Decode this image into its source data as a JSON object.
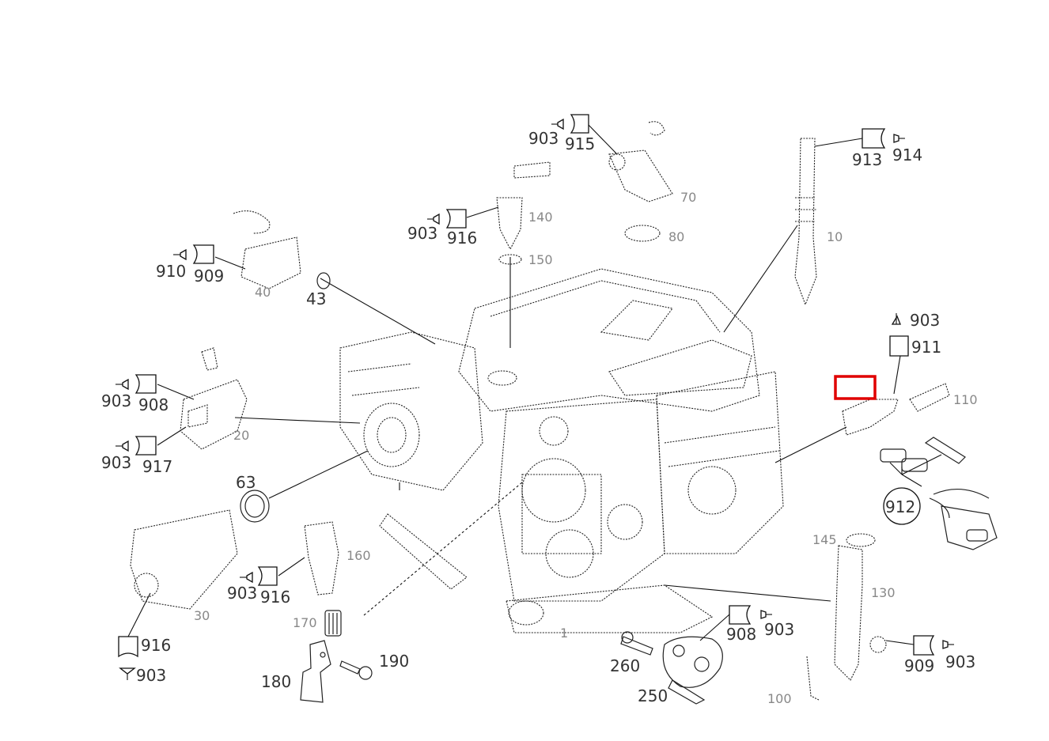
{
  "labels": {
    "n903_a": "903",
    "n915": "915",
    "n903_b": "903",
    "n916_a": "916",
    "n910": "910",
    "n909_a": "909",
    "n43": "43",
    "n913": "913",
    "n914": "914",
    "n903_c": "903",
    "n911": "911",
    "n903_d": "903",
    "n908_a": "908",
    "n903_e": "903",
    "n917": "917",
    "n63": "63",
    "n912": "912",
    "n903_f": "903",
    "n916_b": "916",
    "n916_c": "916",
    "n903_g": "903",
    "n190": "190",
    "n180": "180",
    "n260": "260",
    "n908_b": "908",
    "n903_h": "903",
    "n250": "250",
    "n909_b": "909",
    "n903_i": "903"
  },
  "faint_labels": {
    "f140": "140",
    "f150": "150",
    "f80": "80",
    "f70": "70",
    "f10": "10",
    "f110": "110",
    "f30": "30",
    "f160": "160",
    "f170": "170",
    "f145": "145",
    "f130": "130",
    "f100": "100",
    "f40": "40",
    "f20": "20",
    "f1": "1"
  },
  "highlight": {
    "color": "#e00000"
  }
}
